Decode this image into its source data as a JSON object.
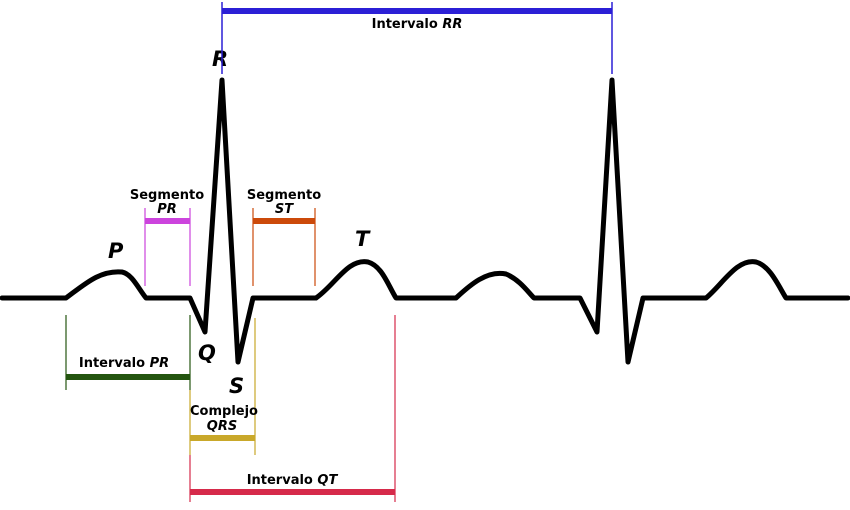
{
  "wave_labels": {
    "p": "P",
    "q": "Q",
    "r": "R",
    "s": "S",
    "t": "T"
  },
  "intervals": {
    "rr": {
      "text": "Intervalo ",
      "var": "RR",
      "color": "#2b1fd6"
    },
    "pr_segment": {
      "line1": "Segmento",
      "line2": "PR",
      "color": "#cc44dd"
    },
    "st_segment": {
      "line1": "Segmento",
      "line2": "ST",
      "color": "#cc4a0a"
    },
    "pr_interval": {
      "text": "Intervalo ",
      "var": "PR",
      "color": "#245510"
    },
    "qrs_complex": {
      "line1": "Complejo",
      "line2": "QRS",
      "color": "#c9a82a"
    },
    "qt_interval": {
      "text": "Intervalo ",
      "var": "QT",
      "color": "#d62a4a"
    }
  },
  "colors": {
    "trace": "#000000",
    "background": "#ffffff"
  }
}
